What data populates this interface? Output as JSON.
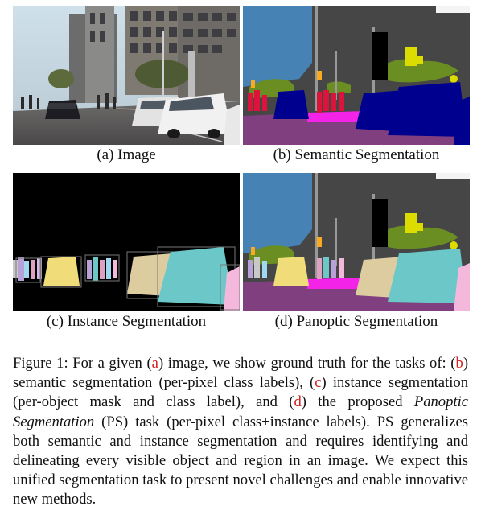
{
  "subfigures": {
    "a": {
      "label": "(a) Image"
    },
    "b": {
      "label": "(b) Semantic Segmentation"
    },
    "c": {
      "label": "(c) Instance Segmentation"
    },
    "d": {
      "label": "(d) Panoptic Segmentation"
    }
  },
  "caption": {
    "prefix": "Figure 1: For a given (",
    "ref_a": "a",
    "text_1": ") image, we show ground truth for the tasks of: (",
    "ref_b": "b",
    "text_2": ") semantic segmentation (per-pixel class labels), (",
    "ref_c": "c",
    "text_3": ") instance segmentation (per-object mask and class label), and (",
    "ref_d": "d",
    "text_4": ") the proposed ",
    "emphasis": "Panoptic Segmentation",
    "text_5": " (PS) task (per-pixel class+instance labels).  PS generalizes both semantic and instance segmentation and requires identifying and delineating every visible object and region in an image.  We expect this unified segmentation task to present novel challenges and enable innovative new methods."
  },
  "colors": {
    "sky": "#4682b4",
    "building": "#464646",
    "vegetation": "#6b8e23",
    "road": "#80407f",
    "sidewalk": "#f423e8",
    "car": "#00008e",
    "person": "#dc143c",
    "traffic_sign": "#dcdc00",
    "traffic_light": "#faaa1e",
    "pole": "#999999",
    "instance_colors": [
      "#f0dc78",
      "#dccca0",
      "#6cc8c8",
      "#f4b8dc",
      "#b8a0d8",
      "#a0d8f0",
      "#c8c8c8",
      "#e0a0c0"
    ]
  }
}
